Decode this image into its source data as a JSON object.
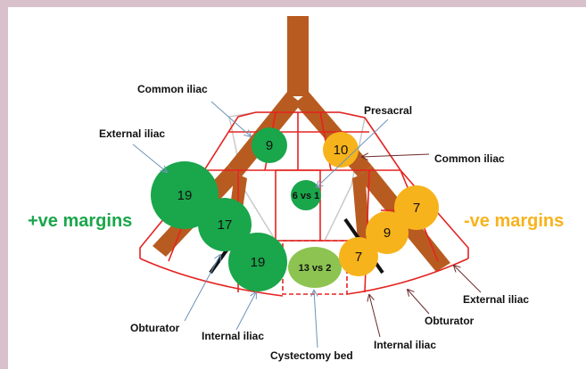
{
  "colors": {
    "positive": "#1aa64b",
    "negative": "#f7b31c",
    "cystectomy_bed": "#8dc451",
    "vessel": "#b85b20",
    "template": "#e52320",
    "pointer_arrow": "#6f93b8",
    "pointer_arrow_dark": "#6b2a2a"
  },
  "margins": {
    "positive_label": "+ve margins",
    "negative_label": "-ve margins"
  },
  "nodes": {
    "pos_common_iliac": "9",
    "pos_external_iliac": "19",
    "pos_obturator": "17",
    "pos_internal_iliac": "19",
    "presacral": "6 vs 1",
    "cystectomy_bed": "13 vs 2",
    "neg_common_iliac": "10",
    "neg_external_iliac": "7",
    "neg_obturator": "9",
    "neg_internal_iliac": "7"
  },
  "labels": {
    "common_iliac_left": "Common iliac",
    "external_iliac_left": "External iliac",
    "obturator_left": "Obturator",
    "internal_iliac_left": "Internal iliac",
    "cystectomy_bed": "Cystectomy bed",
    "presacral": "Presacral",
    "common_iliac_right": "Common iliac",
    "external_iliac_right": "External iliac",
    "obturator_right": "Obturator",
    "internal_iliac_right": "Internal iliac"
  }
}
